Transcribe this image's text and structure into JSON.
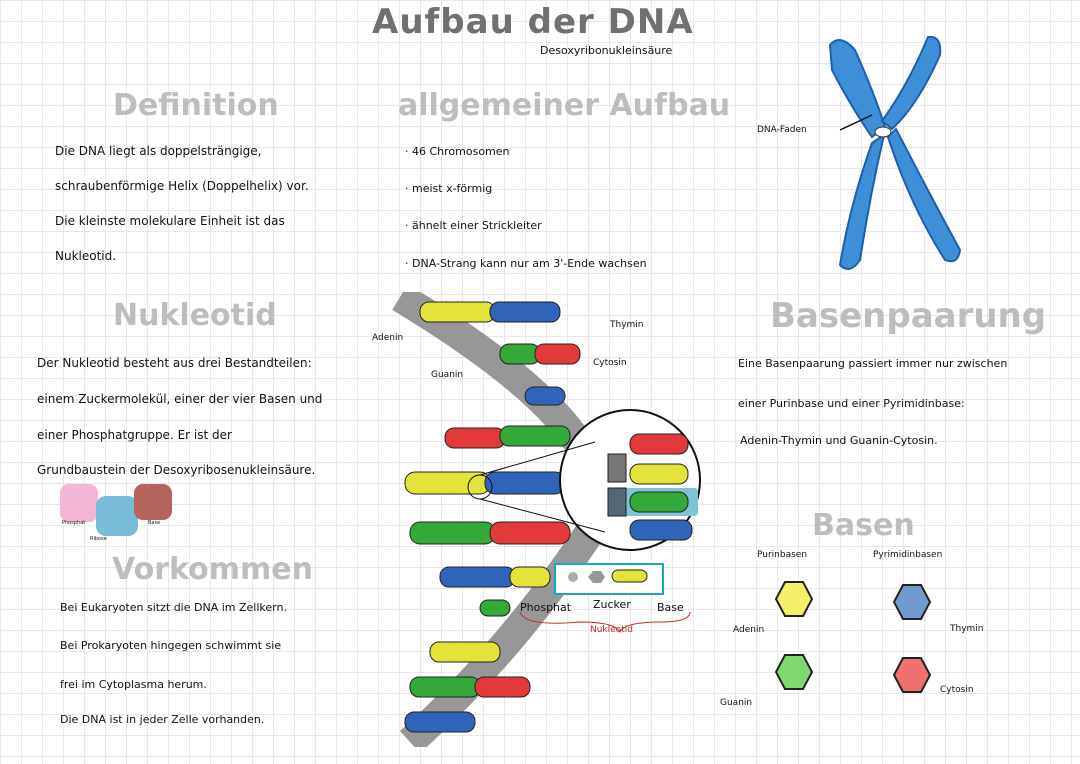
{
  "title": "Aufbau der DNA",
  "subtitle": "Desoxyribonukleinsäure",
  "definition": {
    "heading": "Definition",
    "lines": [
      "Die DNA liegt als doppelsträngige,",
      "schraubenförmige Helix (Doppelhelix) vor.",
      "Die kleinste molekulare Einheit ist das",
      "Nukleotid."
    ]
  },
  "aufbau": {
    "heading": "allgemeiner Aufbau",
    "lines": [
      "· 46 Chromosomen",
      "· meist x-förmig",
      "· ähnelt einer Strickleiter",
      "· DNA-Strang kann nur am 3'-Ende wachsen"
    ]
  },
  "chromosome": {
    "label": "DNA-Faden"
  },
  "nukleotid": {
    "heading": "Nukleotid",
    "lines": [
      "Der Nukleotid besteht aus drei Bestandteilen:",
      "einem Zuckermolekül, einer der vier Basen und",
      "einer Phosphatgruppe. Er ist der",
      "Grundbaustein der Desoxyribosenukleinsäure."
    ],
    "diagram": {
      "phosphate": "Phosphat",
      "sugar": "Ribose",
      "base": "Base"
    }
  },
  "helix": {
    "labels": {
      "adenin": "Adenin",
      "thymin": "Thymin",
      "guanin": "Guanin",
      "cytosin": "Cytosin"
    },
    "zoom": {
      "phosphat": "Phosphat",
      "zucker": "Zucker",
      "base": "Base",
      "nukleotid": "Nukleotid"
    }
  },
  "basenpaarung": {
    "heading": "Basenpaarung",
    "lines": [
      "Eine Basenpaarung passiert immer nur zwischen",
      "einer Purinbase und einer Pyrimidinbase:",
      "Adenin-Thymin und Guanin-Cytosin."
    ]
  },
  "vorkommen": {
    "heading": "Vorkommen",
    "lines": [
      "Bei Eukaryoten sitzt die DNA im Zellkern.",
      "Bei Prokaryoten hingegen schwimmt sie",
      "frei im Cytoplasma herum.",
      "Die DNA ist in jeder Zelle vorhanden."
    ]
  },
  "basen": {
    "heading": "Basen",
    "purin": "Purinbasen",
    "pyrimidin": "Pyrimidinbasen",
    "adenin": "Adenin",
    "guanin": "Guanin",
    "thymin": "Thymin",
    "cytosin": "Cytosin"
  },
  "colors": {
    "adenin": "#e3e33a",
    "thymin": "#2f64b8",
    "guanin": "#35a83a",
    "cytosin": "#e23a3a",
    "backbone": "#9a9a9a"
  }
}
